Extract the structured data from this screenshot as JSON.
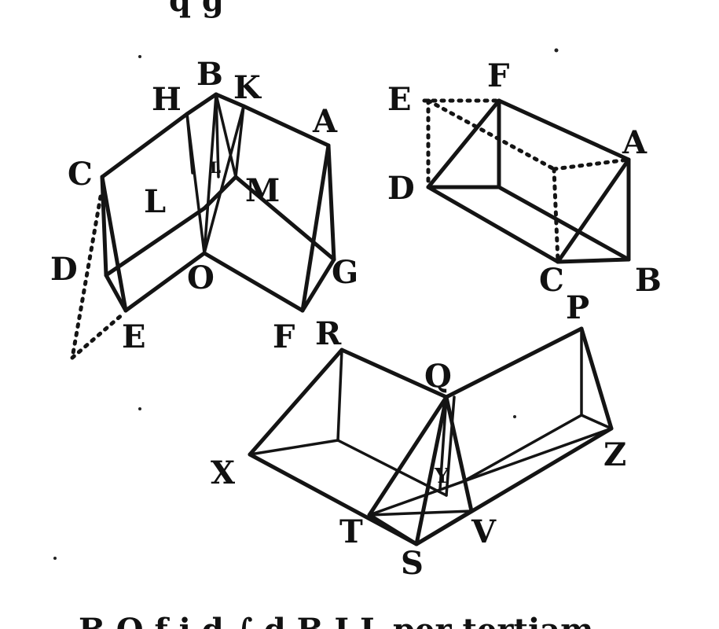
{
  "figure_left": {
    "labels": {
      "H": "H",
      "B": "B",
      "K": "K",
      "A": "A",
      "C": "C",
      "L": "L",
      "M": "M",
      "D": "D",
      "O": "O",
      "G": "G",
      "E": "E",
      "F": "F",
      "small_l": "L"
    }
  },
  "figure_right": {
    "labels": {
      "E": "E",
      "F": "F",
      "A": "A",
      "D": "D",
      "C": "C",
      "B": "B"
    }
  },
  "figure_bottom": {
    "labels": {
      "R": "R",
      "Q": "Q",
      "P": "P",
      "X": "X",
      "Z": "Z",
      "Y": "Y",
      "T": "T",
      "V": "V",
      "S": "S"
    }
  },
  "text_fragments": {
    "top": "q        g",
    "bottom": "B  Q       f  i  d  ∫  d  B  I  L  per  tertiam"
  }
}
